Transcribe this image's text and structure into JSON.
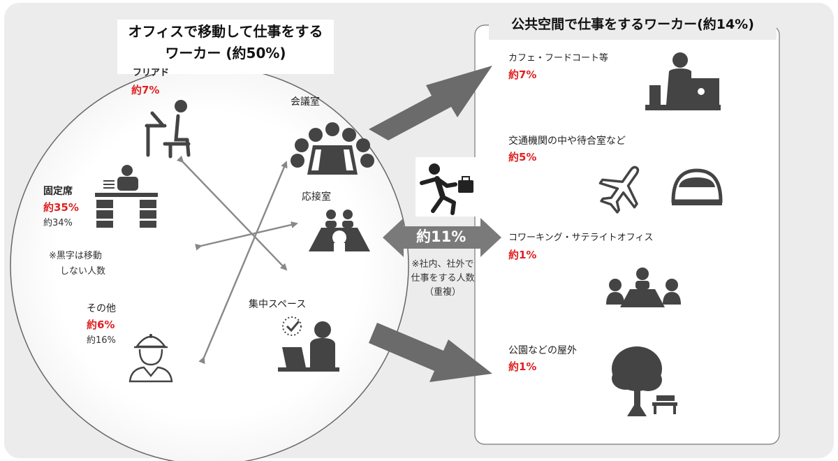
{
  "office": {
    "title_line1": "オフィスで移動して仕事をする",
    "title_line2": "ワーカー (約50%)",
    "free_address": {
      "label": "フリアド",
      "pct": "約7%"
    },
    "fixed_seat": {
      "label": "固定席",
      "pct": "約35%",
      "sub": "約34%"
    },
    "note_line1": "※黒字は移動",
    "note_line2": "しない人数",
    "other": {
      "label": "その他",
      "pct": "約6%",
      "sub": "約16%"
    },
    "meeting_room": {
      "label": "会議室"
    },
    "reception_room": {
      "label": "応接室"
    },
    "focus_space": {
      "label": "集中スペース"
    }
  },
  "public": {
    "title": "公共空間で仕事をするワーカー(約14%)",
    "cafe": {
      "label": "カフェ・フードコート等",
      "pct": "約7%"
    },
    "transport": {
      "label": "交通機関の中や待合室など",
      "pct": "約5%"
    },
    "coworking": {
      "label": "コワーキング・サテライトオフィス",
      "pct": "約1%"
    },
    "park": {
      "label": "公園などの屋外",
      "pct": "約1%"
    }
  },
  "middle": {
    "pct": "約11%",
    "note_line1": "※社内、社外で",
    "note_line2": "仕事をする人数",
    "note_line3": "（重複）"
  },
  "colors": {
    "accent_red": "#e02020",
    "icon": "#444444",
    "arrow": "#7a7a7a",
    "panel": "#ececec"
  }
}
